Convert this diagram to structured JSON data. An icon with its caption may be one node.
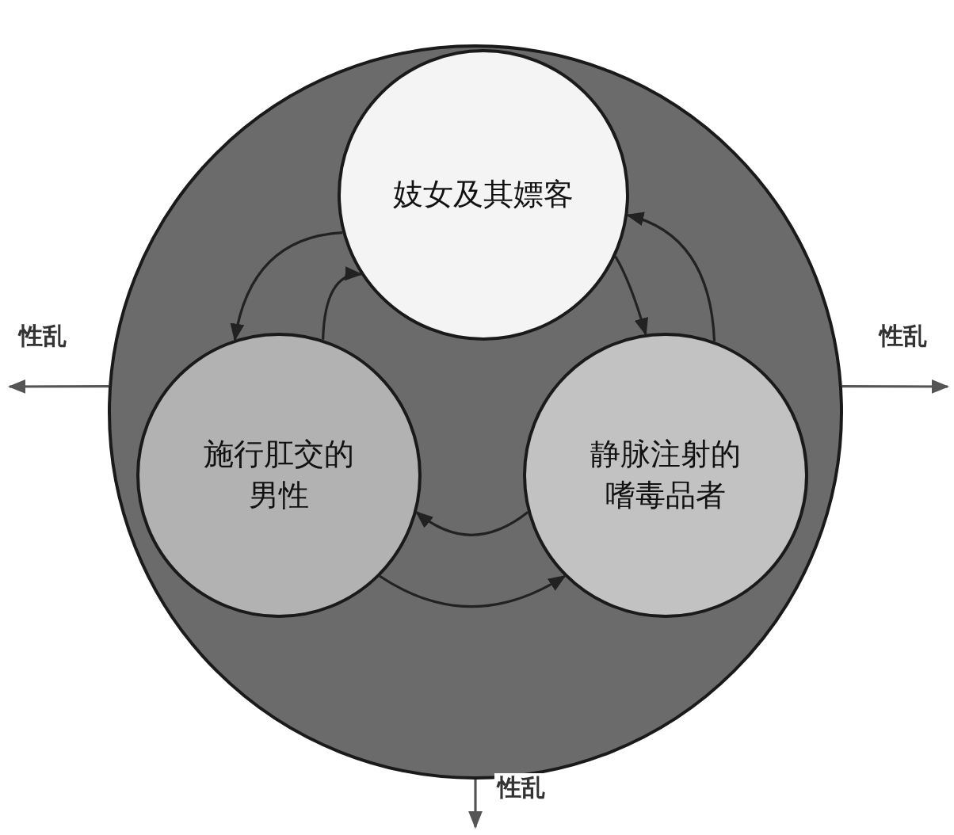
{
  "diagram": {
    "nodes": [
      {
        "text": [],
        "shape": "circle"
      },
      {
        "text": [
          "妓女及其嫖客"
        ],
        "in": 0
      },
      {
        "text": [
          "施行肛交的男性"
        ],
        "in": 0
      },
      {
        "text": [
          "静脉注射的嗜毒品者"
        ],
        "in": 0
      }
    ],
    "edges": [
      {
        "from": 1,
        "to": 2,
        "arrow": "to"
      },
      {
        "from": 2,
        "to": 1,
        "arrow": "to"
      },
      {
        "from": 1,
        "to": 3,
        "arrow": "to"
      },
      {
        "from": 3,
        "to": 1,
        "arrow": "to"
      },
      {
        "from": 3,
        "to": 2,
        "arrow": "to"
      },
      {
        "from": 2,
        "to": 3,
        "arrow": "to"
      },
      {
        "from": 0,
        "to": null,
        "label": "性乱",
        "arrow": "to"
      },
      {
        "from": 0,
        "to": null,
        "label": "性乱",
        "arrow": "to"
      },
      {
        "from": 0,
        "to": null,
        "label": "性乱",
        "arrow": "to"
      }
    ]
  }
}
